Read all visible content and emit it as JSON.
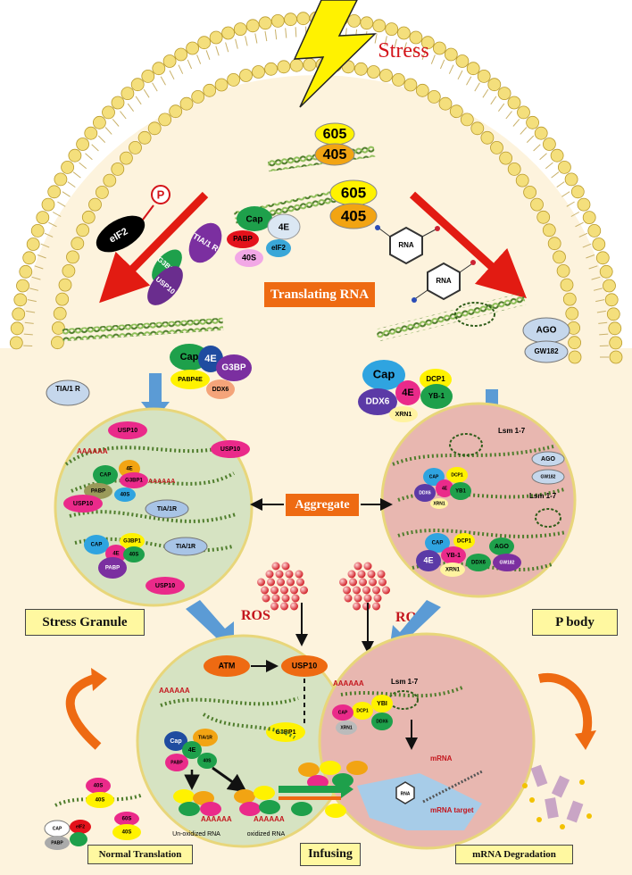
{
  "header": {
    "stress": "Stress"
  },
  "ribosome": {
    "large": "605",
    "small": "405"
  },
  "left_factors": {
    "eif2": "eIF2",
    "p": "P",
    "tia1r": "TIA/1 R",
    "g3bp1": "G3BP1",
    "usp10": "USP10"
  },
  "initiation": {
    "cap": "Cap",
    "pabp": "PABP",
    "e4": "4E",
    "eif2": "eIF2",
    "s40": "40S"
  },
  "rna_icons": {
    "rna": "RNA"
  },
  "translating_rna": "Translating RNA",
  "sg_complex": {
    "cap": "Cap",
    "e4": "4E",
    "g3bp": "G3BP",
    "pabp4e": "PABP4E",
    "ddx6": "DDX6",
    "tia1r": "TIA/1 R"
  },
  "pb_complex": {
    "cap": "Cap",
    "e4": "4E",
    "dcp1": "DCP1",
    "yb1": "YB-1",
    "ddx6": "DDX6",
    "xrn1": "XRN1",
    "ago": "AGO",
    "gw182": "GW182"
  },
  "sg_circle": {
    "polyA": "AAAAAA",
    "usp10": "USP10",
    "cap": "CAP",
    "e4": "4E",
    "g3bp1": "G3BP1",
    "pabp": "PABP",
    "s40": "40S",
    "tia1r": "TIA/1R"
  },
  "pb_circle": {
    "lsm": "Lsm 1-7",
    "ago": "AGO",
    "gw182": "GW182",
    "cap": "CAP",
    "dcp1": "DCP1",
    "ddx6": "DDX6",
    "yb1": "YB1",
    "xrn1": "XRN1",
    "e4": "4E",
    "yb1b": "YB-1"
  },
  "aggregate": "Aggregate",
  "ros": {
    "left": "ROS",
    "right": "ROS"
  },
  "labels": {
    "stress_granule": "Stress Granule",
    "p_body": "P body"
  },
  "infusing": {
    "atm": "ATM",
    "usp10": "USP10",
    "g3bp1": "G3BP1",
    "polyA": "AAAAAA",
    "cap": "Cap",
    "tia1r": "TIA/1R",
    "e4": "4E",
    "pabp": "PABP",
    "s40": "40S",
    "unoxidized": "Un-oxidized RNA",
    "oxidized": "oxidized RNA",
    "label": "Infusing"
  },
  "degradation": {
    "lsm": "Lsm 1-7",
    "polyA": "AAAAAA",
    "dcp1": "DCP1",
    "ybi": "YBI",
    "ddx6": "DDX6",
    "xrn1": "XRN1",
    "cap": "CAP",
    "mrna": "mRNA",
    "mrna_target": "mRNA target",
    "label": "mRNA Degradation"
  },
  "normal": {
    "s40a": "40S",
    "s40b": "40S",
    "s60": "60S",
    "s40c": "40S",
    "cap": "CAP",
    "pabp": "PABP",
    "eif2": "eIF2",
    "label": "Normal Translation"
  },
  "colors": {
    "membrane_head": "#f4df7c",
    "cytoplasm": "#fdf3dd",
    "red_arrow": "#e21b12",
    "blue_arrow": "#5b9bd5",
    "sg_fill": "#d6e3c2",
    "pb_fill": "#e8b7b0",
    "orange": "#ee6a12"
  }
}
